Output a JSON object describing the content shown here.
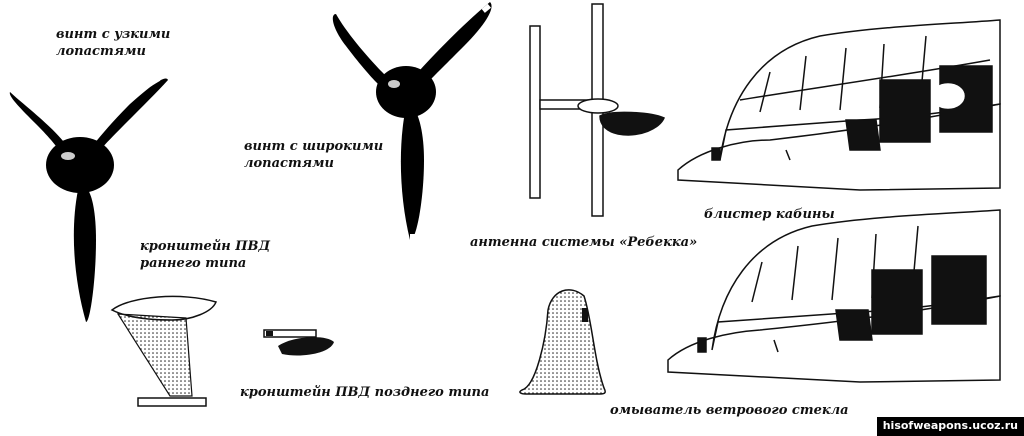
{
  "labels": {
    "narrow_prop": [
      "винт с узкими",
      "лопастями"
    ],
    "wide_prop": [
      "винт с широкими",
      "лопастями"
    ],
    "pitot_early": [
      "кронштейн ПВД",
      "раннего типа"
    ],
    "pitot_late": "кронштейн ПВД позднего типа",
    "rebecca_antenna": "антенна системы «Ребекка»",
    "canopy_blister": "блистер кабины",
    "windscreen_washer": "омыватель ветрового стекла"
  },
  "watermark": "hisofweapons.ucoz.ru"
}
